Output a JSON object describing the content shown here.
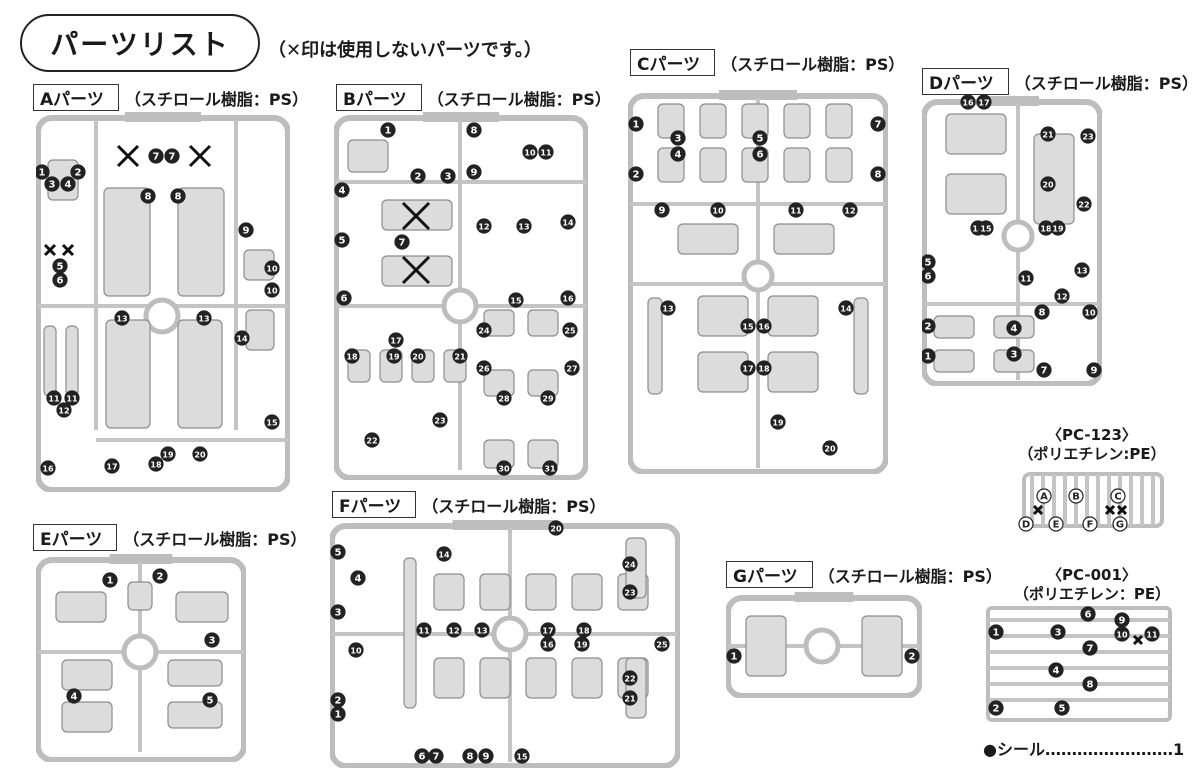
{
  "page": {
    "title": "パーツリスト",
    "note": "（✕印は使用しないパーツです。）"
  },
  "runners": {
    "A": {
      "tag": "Aパーツ",
      "material": "（スチロール樹脂：PS）",
      "labels": [
        "1",
        "2",
        "3",
        "4",
        "5",
        "6",
        "7",
        "7",
        "8",
        "8",
        "9",
        "10",
        "10",
        "11",
        "11",
        "12",
        "13",
        "13",
        "14",
        "15",
        "16",
        "17",
        "18",
        "19",
        "20"
      ]
    },
    "B": {
      "tag": "Bパーツ",
      "material": "（スチロール樹脂：PS）",
      "labels": [
        "1",
        "2",
        "3",
        "4",
        "5",
        "6",
        "7",
        "8",
        "9",
        "10",
        "11",
        "12",
        "13",
        "14",
        "15",
        "16",
        "17",
        "18",
        "19",
        "20",
        "21",
        "22",
        "23",
        "24",
        "25",
        "26",
        "27",
        "28",
        "29",
        "30",
        "31"
      ]
    },
    "C": {
      "tag": "Cパーツ",
      "material": "（スチロール樹脂：PS）",
      "labels": [
        "1",
        "2",
        "3",
        "4",
        "5",
        "6",
        "7",
        "8",
        "9",
        "10",
        "11",
        "12",
        "13",
        "14",
        "15",
        "16",
        "17",
        "18",
        "19",
        "20"
      ]
    },
    "D": {
      "tag": "Dパーツ",
      "material": "（スチロール樹脂：PS）",
      "labels": [
        "1",
        "2",
        "3",
        "4",
        "5",
        "6",
        "7",
        "8",
        "9",
        "10",
        "11",
        "12",
        "13",
        "14",
        "15",
        "16",
        "17",
        "18",
        "19",
        "20",
        "21",
        "22",
        "23"
      ]
    },
    "E": {
      "tag": "Eパーツ",
      "material": "（スチロール樹脂：PS）",
      "labels": [
        "1",
        "2",
        "3",
        "4",
        "5"
      ]
    },
    "F": {
      "tag": "Fパーツ",
      "material": "（スチロール樹脂：PS）",
      "labels": [
        "1",
        "2",
        "3",
        "4",
        "5",
        "6",
        "7",
        "8",
        "9",
        "10",
        "11",
        "12",
        "13",
        "14",
        "15",
        "16",
        "17",
        "18",
        "19",
        "20",
        "21",
        "22",
        "23",
        "24",
        "25"
      ]
    },
    "G": {
      "tag": "Gパーツ",
      "material": "（スチロール樹脂：PS）",
      "labels": [
        "1",
        "2"
      ]
    }
  },
  "pc123": {
    "name": "〈PC-123〉",
    "material": "（ポリエチレン:PE）",
    "labels": [
      "A",
      "B",
      "C",
      "D",
      "E",
      "F",
      "G"
    ]
  },
  "pc001": {
    "name": "〈PC-001〉",
    "material": "（ポリエチレン：PE）",
    "labels": [
      "1",
      "2",
      "3",
      "4",
      "5",
      "6",
      "7",
      "8",
      "9",
      "10",
      "11"
    ]
  },
  "seal": {
    "label": "●シール……………………1"
  }
}
